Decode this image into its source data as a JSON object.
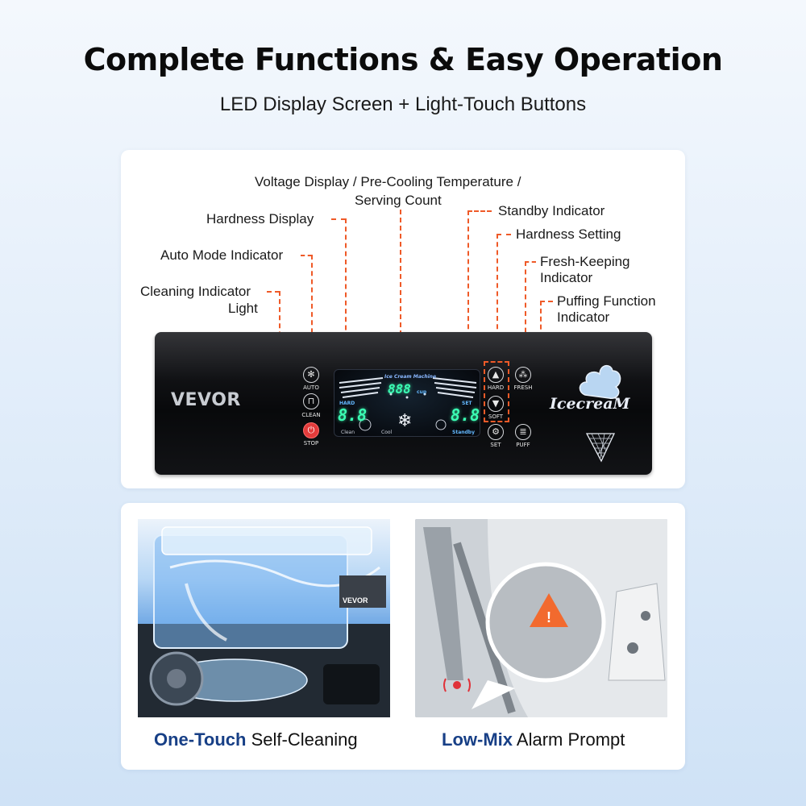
{
  "header": {
    "title": "Complete Functions & Easy Operation",
    "subtitle": "LED Display Screen + Light-Touch Buttons"
  },
  "callouts": {
    "voltage_line1": "Voltage Display / Pre-Cooling Temperature /",
    "voltage_line2": "Serving Count",
    "hardness_display": "Hardness Display",
    "auto_mode": "Auto Mode Indicator",
    "cleaning_line1": "Cleaning Indicator",
    "cleaning_line2": "Light",
    "standby": "Standby Indicator",
    "hardness_setting": "Hardness Setting",
    "fresh_line1": "Fresh-Keeping",
    "fresh_line2": "Indicator",
    "puff_line1": "Puffing Function",
    "puff_line2": "Indicator"
  },
  "panel": {
    "brand": "VEVOR",
    "buttons": {
      "auto": "AUTO",
      "clean": "CLEAN",
      "stop": "STOP",
      "hard": "HARD",
      "soft": "SOFT",
      "set": "SET",
      "fresh": "FRESH",
      "puff": "PUFF"
    },
    "display": {
      "machine_name": "Ice Cream Machine",
      "center_digits": "888",
      "unit": "cup",
      "hard_label": "HARD",
      "set_label": "SET",
      "left_digits": "8.8",
      "right_digits": "8.8",
      "clean": "Clean",
      "cool": "Cool",
      "standby": "Standby"
    },
    "logo_text": "IcecreaM"
  },
  "features": [
    {
      "highlight": "One-Touch",
      "rest": " Self-Cleaning"
    },
    {
      "highlight": "Low-Mix",
      "rest": " Alarm Prompt"
    }
  ],
  "photo_overlay": {
    "panel_brand": "VEVOR"
  },
  "colors": {
    "accent_orange": "#ef5a28",
    "caption_blue": "#173f86",
    "lcd_green": "#3bffb4",
    "lcd_blue": "#63b8ff"
  }
}
